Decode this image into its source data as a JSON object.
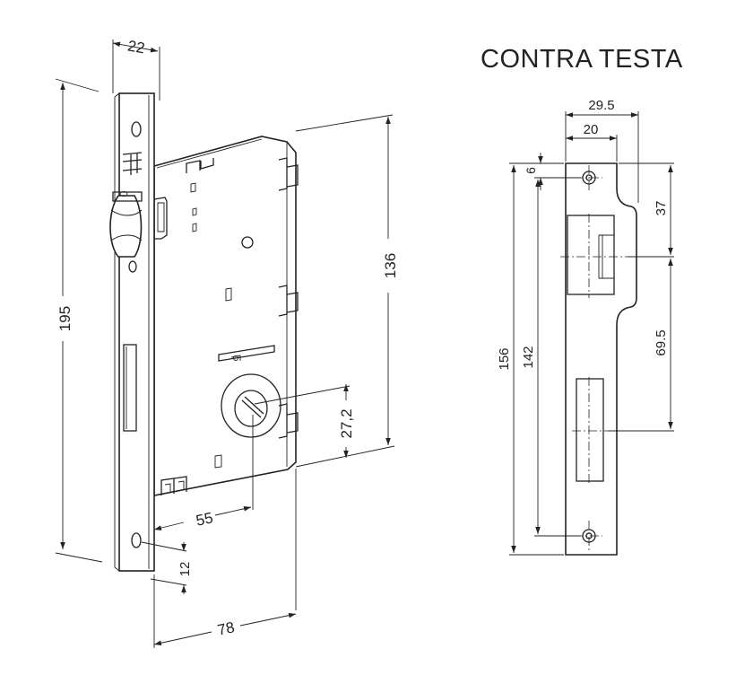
{
  "title": "CONTRA TESTA",
  "lock_dimensions": {
    "backset_width": "22",
    "total_height": "195",
    "case_height": "136",
    "cylinder_offset": "27,2",
    "backset_distance": "55",
    "screw_offset": "12",
    "case_depth": "78"
  },
  "strike_dimensions": {
    "outer_width": "29.5",
    "inner_width": "20",
    "screw_top": "6",
    "latch_position": "37",
    "latch_to_bolt": "69.5",
    "total_height": "156",
    "screw_spacing": "142"
  },
  "colors": {
    "line": "#222222",
    "background": "#ffffff"
  }
}
